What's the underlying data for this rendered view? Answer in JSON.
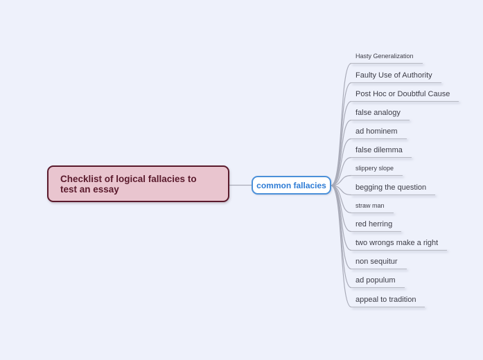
{
  "canvas": {
    "background_color": "#eef1fb"
  },
  "mindmap": {
    "root": {
      "label": "Checklist of logical fallacies to test an essay",
      "bg_color": "#e9c5cf",
      "border_color": "#5a1a2c",
      "text_color": "#5a1a2c"
    },
    "hub": {
      "label": "common fallacies",
      "bg_color": "#ffffff",
      "border_color": "#4a90d9",
      "text_color": "#2e7cd5"
    },
    "leaves": [
      {
        "label": "Hasty Generalization",
        "size": "small"
      },
      {
        "label": "Faulty Use of Authority",
        "size": "normal"
      },
      {
        "label": "Post Hoc or Doubtful Cause",
        "size": "normal"
      },
      {
        "label": "false analogy",
        "size": "normal"
      },
      {
        "label": "ad hominem",
        "size": "normal"
      },
      {
        "label": "false dilemma",
        "size": "normal"
      },
      {
        "label": "slippery slope",
        "size": "small"
      },
      {
        "label": "begging the question",
        "size": "normal"
      },
      {
        "label": "straw man",
        "size": "small"
      },
      {
        "label": "red herring",
        "size": "normal"
      },
      {
        "label": "two wrongs make a right",
        "size": "normal"
      },
      {
        "label": "non sequitur",
        "size": "normal"
      },
      {
        "label": "ad populum",
        "size": "normal"
      },
      {
        "label": "appeal to tradition",
        "size": "normal"
      }
    ],
    "edge_color": "#a9abb8",
    "leaf_text_color": "#3c3c46",
    "underline_color": "#b6b8c2"
  }
}
